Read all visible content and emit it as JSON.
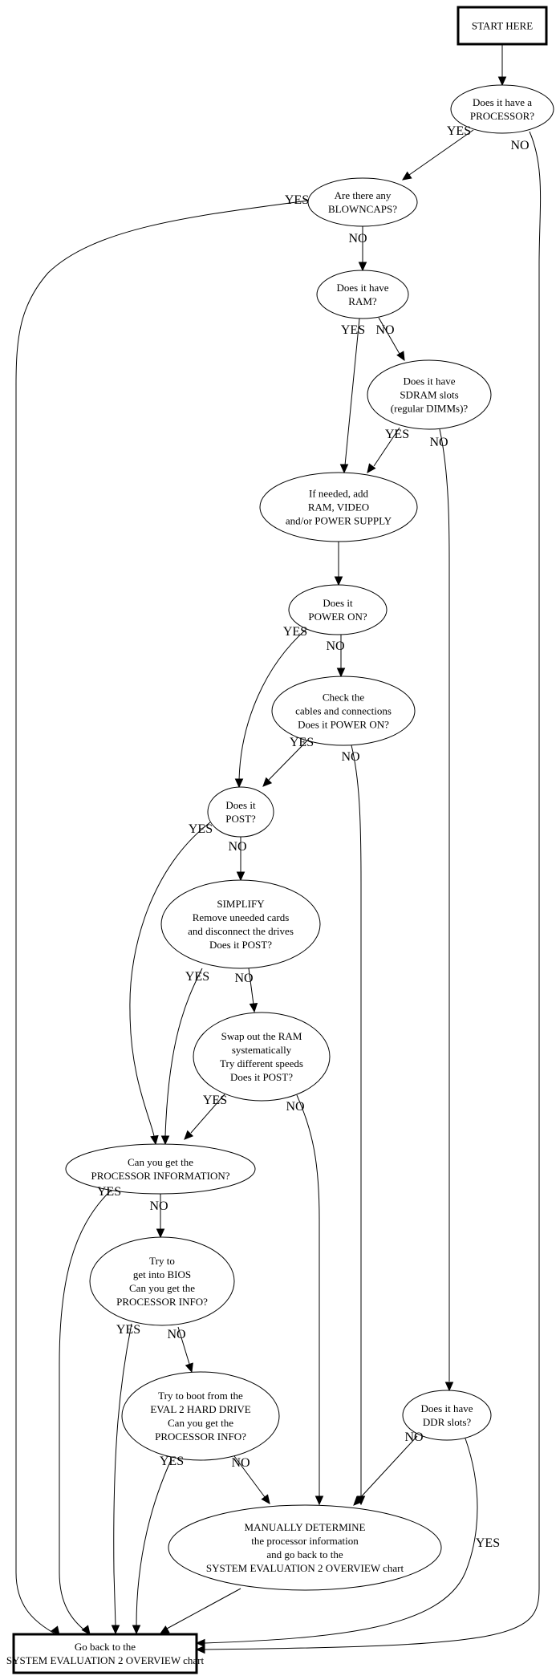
{
  "diagram": {
    "type": "flowchart",
    "nodes": {
      "start": {
        "shape": "box",
        "lines": [
          "START HERE"
        ]
      },
      "processor": {
        "shape": "ellipse",
        "lines": [
          "Does it have a",
          "PROCESSOR?"
        ]
      },
      "blowncaps": {
        "shape": "ellipse",
        "lines": [
          "Are there any",
          "BLOWNCAPS?"
        ]
      },
      "ram": {
        "shape": "ellipse",
        "lines": [
          "Does it have",
          "RAM?"
        ]
      },
      "sdram": {
        "shape": "ellipse",
        "lines": [
          "Does it have",
          "SDRAM slots",
          "(regular DIMMs)?"
        ]
      },
      "add_parts": {
        "shape": "ellipse",
        "lines": [
          "If needed, add",
          "RAM, VIDEO",
          "and/or POWER SUPPLY"
        ]
      },
      "power_on": {
        "shape": "ellipse",
        "lines": [
          "Does it",
          "POWER ON?"
        ]
      },
      "check_cables": {
        "shape": "ellipse",
        "lines": [
          "Check the",
          "cables and connections",
          "Does it POWER ON?"
        ]
      },
      "post": {
        "shape": "ellipse",
        "lines": [
          "Does it",
          "POST?"
        ]
      },
      "simplify": {
        "shape": "ellipse",
        "lines": [
          "SIMPLIFY",
          "Remove uneeded cards",
          "and disconnect the drives",
          "Does it POST?"
        ]
      },
      "swap_ram": {
        "shape": "ellipse",
        "lines": [
          "Swap out the RAM",
          "systematically",
          "Try different speeds",
          "Does it POST?"
        ]
      },
      "proc_info": {
        "shape": "ellipse",
        "lines": [
          "Can you get the",
          "PROCESSOR INFORMATION?"
        ]
      },
      "bios": {
        "shape": "ellipse",
        "lines": [
          "Try to",
          "get into BIOS",
          "Can you get the",
          "PROCESSOR INFO?"
        ]
      },
      "boot_eval": {
        "shape": "ellipse",
        "lines": [
          "Try to boot from the",
          "EVAL 2 HARD DRIVE",
          "Can you get the",
          "PROCESSOR INFO?"
        ]
      },
      "ddr": {
        "shape": "ellipse",
        "lines": [
          "Does it have",
          "DDR slots?"
        ]
      },
      "manual": {
        "shape": "ellipse",
        "lines": [
          "MANUALLY DETERMINE",
          "the processor information",
          "and go back to the",
          "SYSTEM EVALUATION 2 OVERVIEW chart"
        ]
      },
      "go_back": {
        "shape": "box",
        "lines": [
          "Go back to the",
          "SYSTEM EVALUATION 2 OVERVIEW chart"
        ]
      }
    },
    "edges": [
      {
        "from": "start",
        "to": "processor",
        "label": ""
      },
      {
        "from": "processor",
        "to": "blowncaps",
        "label": "YES"
      },
      {
        "from": "processor",
        "to": "go_back",
        "label": "NO"
      },
      {
        "from": "blowncaps",
        "to": "go_back",
        "label": "YES"
      },
      {
        "from": "blowncaps",
        "to": "ram",
        "label": "NO"
      },
      {
        "from": "ram",
        "to": "add_parts",
        "label": "YES"
      },
      {
        "from": "ram",
        "to": "sdram",
        "label": "NO"
      },
      {
        "from": "sdram",
        "to": "add_parts",
        "label": "YES"
      },
      {
        "from": "sdram",
        "to": "ddr",
        "label": "NO"
      },
      {
        "from": "add_parts",
        "to": "power_on",
        "label": ""
      },
      {
        "from": "power_on",
        "to": "post",
        "label": "YES"
      },
      {
        "from": "power_on",
        "to": "check_cables",
        "label": "NO"
      },
      {
        "from": "check_cables",
        "to": "post",
        "label": "YES"
      },
      {
        "from": "check_cables",
        "to": "manual",
        "label": "NO"
      },
      {
        "from": "post",
        "to": "proc_info",
        "label": "YES"
      },
      {
        "from": "post",
        "to": "simplify",
        "label": "NO"
      },
      {
        "from": "simplify",
        "to": "proc_info",
        "label": "YES"
      },
      {
        "from": "simplify",
        "to": "swap_ram",
        "label": "NO"
      },
      {
        "from": "swap_ram",
        "to": "proc_info",
        "label": "YES"
      },
      {
        "from": "swap_ram",
        "to": "manual",
        "label": "NO"
      },
      {
        "from": "proc_info",
        "to": "go_back",
        "label": "YES"
      },
      {
        "from": "proc_info",
        "to": "bios",
        "label": "NO"
      },
      {
        "from": "bios",
        "to": "go_back",
        "label": "YES"
      },
      {
        "from": "bios",
        "to": "boot_eval",
        "label": "NO"
      },
      {
        "from": "boot_eval",
        "to": "go_back",
        "label": "YES"
      },
      {
        "from": "boot_eval",
        "to": "manual",
        "label": "NO"
      },
      {
        "from": "ddr",
        "to": "manual",
        "label": "NO"
      },
      {
        "from": "ddr",
        "to": "go_back",
        "label": "YES"
      },
      {
        "from": "manual",
        "to": "go_back",
        "label": ""
      }
    ]
  }
}
